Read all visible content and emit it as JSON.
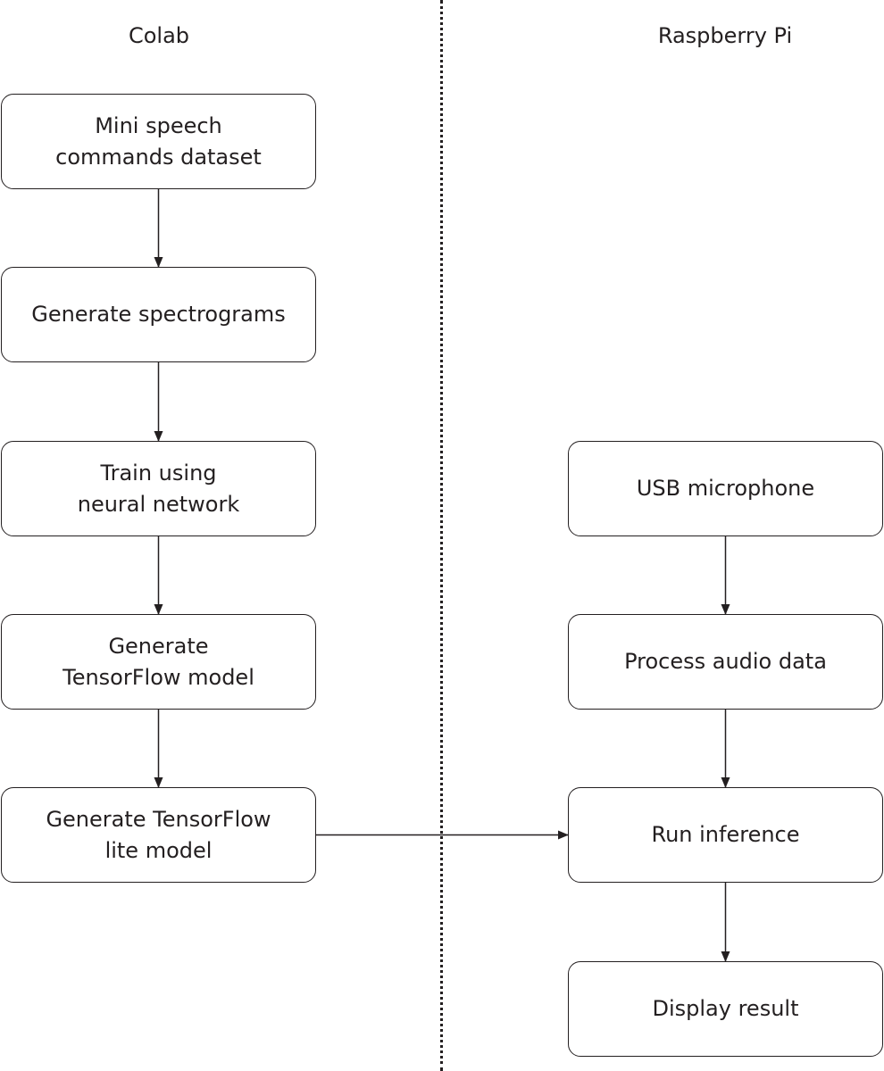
{
  "lanes": {
    "left": "Colab",
    "right": "Raspberry Pi"
  },
  "nodes": {
    "dataset": "Mini speech\ncommands dataset",
    "spectrograms": "Generate spectrograms",
    "train": "Train using\nneural network",
    "tf_model": "Generate\nTensorFlow model",
    "tflite_model": "Generate TensorFlow\nlite model",
    "microphone": "USB microphone",
    "process_audio": "Process audio data",
    "inference": "Run inference",
    "display": "Display result"
  },
  "edges": [
    {
      "from": "dataset",
      "to": "spectrograms"
    },
    {
      "from": "spectrograms",
      "to": "train"
    },
    {
      "from": "train",
      "to": "tf_model"
    },
    {
      "from": "tf_model",
      "to": "tflite_model"
    },
    {
      "from": "tflite_model",
      "to": "inference"
    },
    {
      "from": "microphone",
      "to": "process_audio"
    },
    {
      "from": "process_audio",
      "to": "inference"
    },
    {
      "from": "inference",
      "to": "display"
    }
  ],
  "colors": {
    "stroke": "#231f20",
    "background": "#ffffff"
  }
}
